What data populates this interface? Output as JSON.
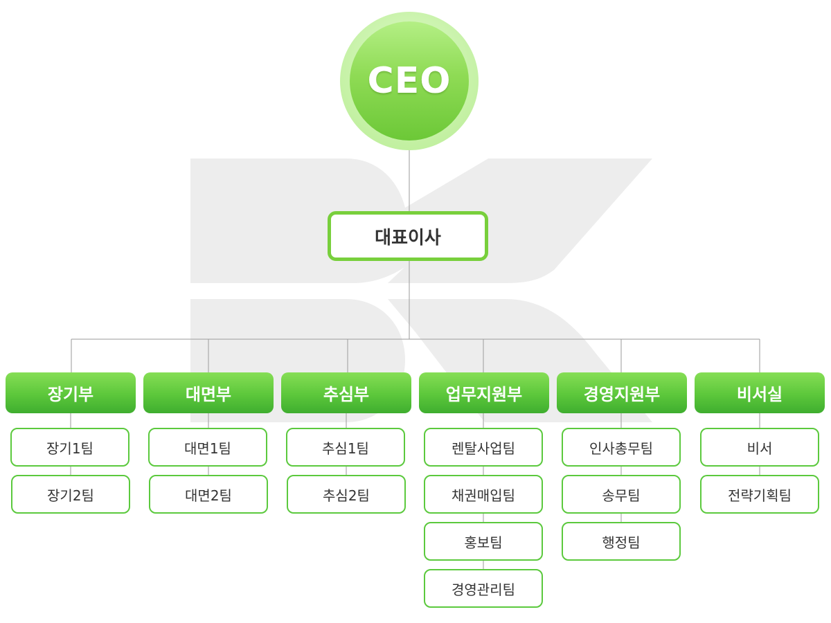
{
  "ceo": {
    "label": "CEO"
  },
  "representative": {
    "label": "대표이사"
  },
  "departments": [
    {
      "name": "장기부",
      "teams": [
        "장기1팀",
        "장기2팀"
      ]
    },
    {
      "name": "대면부",
      "teams": [
        "대면1팀",
        "대면2팀"
      ]
    },
    {
      "name": "추심부",
      "teams": [
        "추심1팀",
        "추심2팀"
      ]
    },
    {
      "name": "업무지원부",
      "teams": [
        "렌탈사업팀",
        "채권매입팀",
        "홍보팀",
        "경영관리팀"
      ]
    },
    {
      "name": "경영지원부",
      "teams": [
        "인사총무팀",
        "송무팀",
        "행정팀"
      ]
    },
    {
      "name": "비서실",
      "teams": [
        "비서",
        "전략기획팀"
      ]
    }
  ],
  "colors": {
    "accent": "#78cf3c",
    "dept_gradient_top": "#86de55",
    "dept_gradient_bottom": "#3fae2f",
    "team_border": "#5bc93d",
    "connector": "#999999",
    "watermark": "#ededed"
  }
}
